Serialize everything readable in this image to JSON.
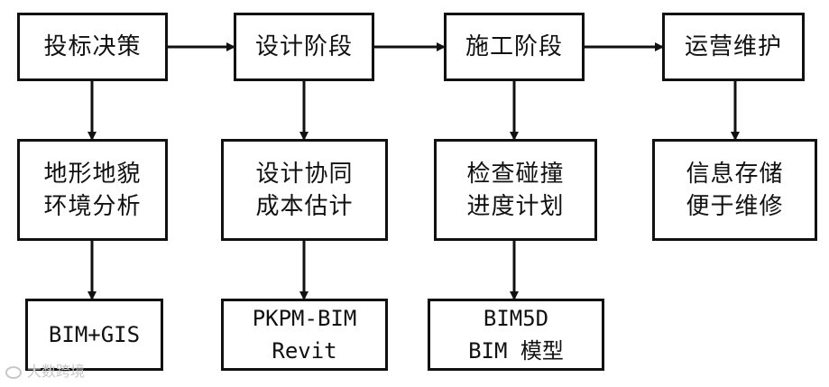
{
  "diagram": {
    "stages": [
      {
        "label": "投标决策"
      },
      {
        "label": "设计阶段"
      },
      {
        "label": "施工阶段"
      },
      {
        "label": "运营维护"
      }
    ],
    "tasks": [
      {
        "line1": "地形地貌",
        "line2": "环境分析"
      },
      {
        "line1": "设计协同",
        "line2": "成本估计"
      },
      {
        "line1": "检查碰撞",
        "line2": "进度计划"
      },
      {
        "line1": "信息存储",
        "line2": "便于维修"
      }
    ],
    "tools": [
      {
        "line1": "BIM+GIS"
      },
      {
        "line1": "PKPM-BIM",
        "line2": "Revit"
      },
      {
        "line1": "BIM5D",
        "line2": "BIM 模型"
      }
    ],
    "colors": {
      "stroke": "#111111",
      "background": "#ffffff"
    }
  },
  "watermark": {
    "text": "大数跨境",
    "icon": "logo-icon"
  }
}
